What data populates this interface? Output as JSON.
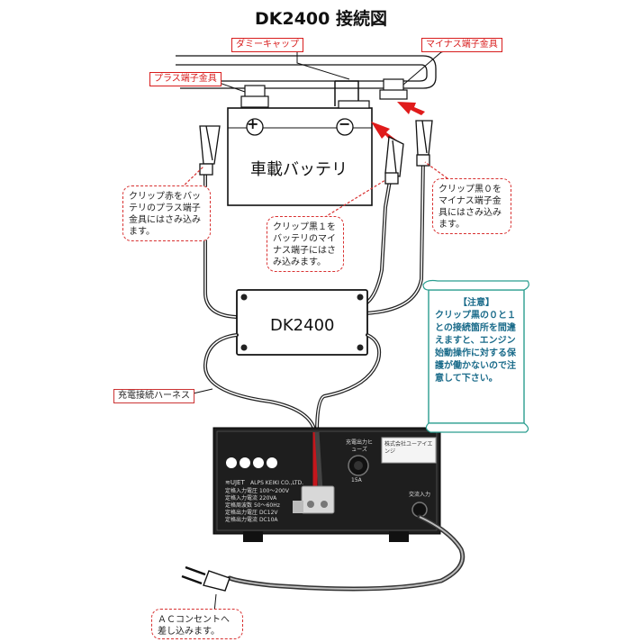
{
  "title": "DK2400 接続図",
  "labels": {
    "dummy_cap": "ダミーキャップ",
    "minus_terminal": "マイナス端子金具",
    "plus_terminal": "プラス端子金具",
    "harness": "充電接続ハーネス"
  },
  "battery": {
    "name": "車載バッテリ",
    "plus": "+",
    "minus": "−"
  },
  "device": {
    "name": "DK2400"
  },
  "callouts": {
    "red_clip": "クリップ赤をバッテリのプラス端子金具にはさみ込みます。",
    "black1_clip": "クリップ黒１をバッテリのマイナス端子にはさみ込みます。",
    "black0_clip": "クリップ黒０をマイナス端子金具にはさみ込みます。",
    "ac_outlet": "ＡＣコンセントへ差し込みます。"
  },
  "note": {
    "heading": "【注意】",
    "body": "クリップ黒の０と１との接続箇所を間違えますと、エンジン始動操作に対する保護が働かないので注意して下さい。"
  },
  "charger": {
    "fuse_label": "充電出力ヒューズ",
    "fuse_rating": "15A",
    "ac_input": "交流入力",
    "brand": "≋UJET",
    "maker": "ALPS KEIKI CO.,LTD.",
    "specs": [
      {
        "k": "定格入力電圧",
        "v": "100〜200V"
      },
      {
        "k": "定格入力電流",
        "v": "220VA"
      },
      {
        "k": "定格周波数",
        "v": "50〜60Hz"
      },
      {
        "k": "定格出力電圧",
        "v": "DC12V"
      },
      {
        "k": "定格出力電流",
        "v": "DC10A"
      }
    ],
    "badge": "株式会社ユーアイエンジ"
  }
}
